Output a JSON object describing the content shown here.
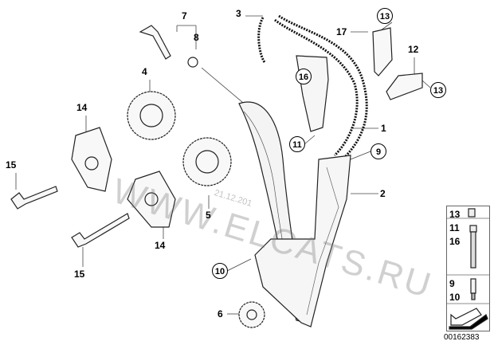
{
  "diagram": {
    "callouts": {
      "p1": "1",
      "p2": "2",
      "p3": "3",
      "p4": "4",
      "p5": "5",
      "p6": "6",
      "p7": "7",
      "p8": "8",
      "p9": "9",
      "p10": "10",
      "p11": "11",
      "p12": "12",
      "p13a": "13",
      "p13b": "13",
      "p14a": "14",
      "p14b": "14",
      "p15a": "15",
      "p15b": "15",
      "p16": "16",
      "p17": "17"
    },
    "watermark": "WWW.ELCATS.RU",
    "watermark_date": "21.12.201",
    "legend": {
      "row1": [
        "13"
      ],
      "row2": [
        "11",
        "16"
      ],
      "row3": [
        "9",
        "10"
      ]
    },
    "document_number": "00162383"
  }
}
